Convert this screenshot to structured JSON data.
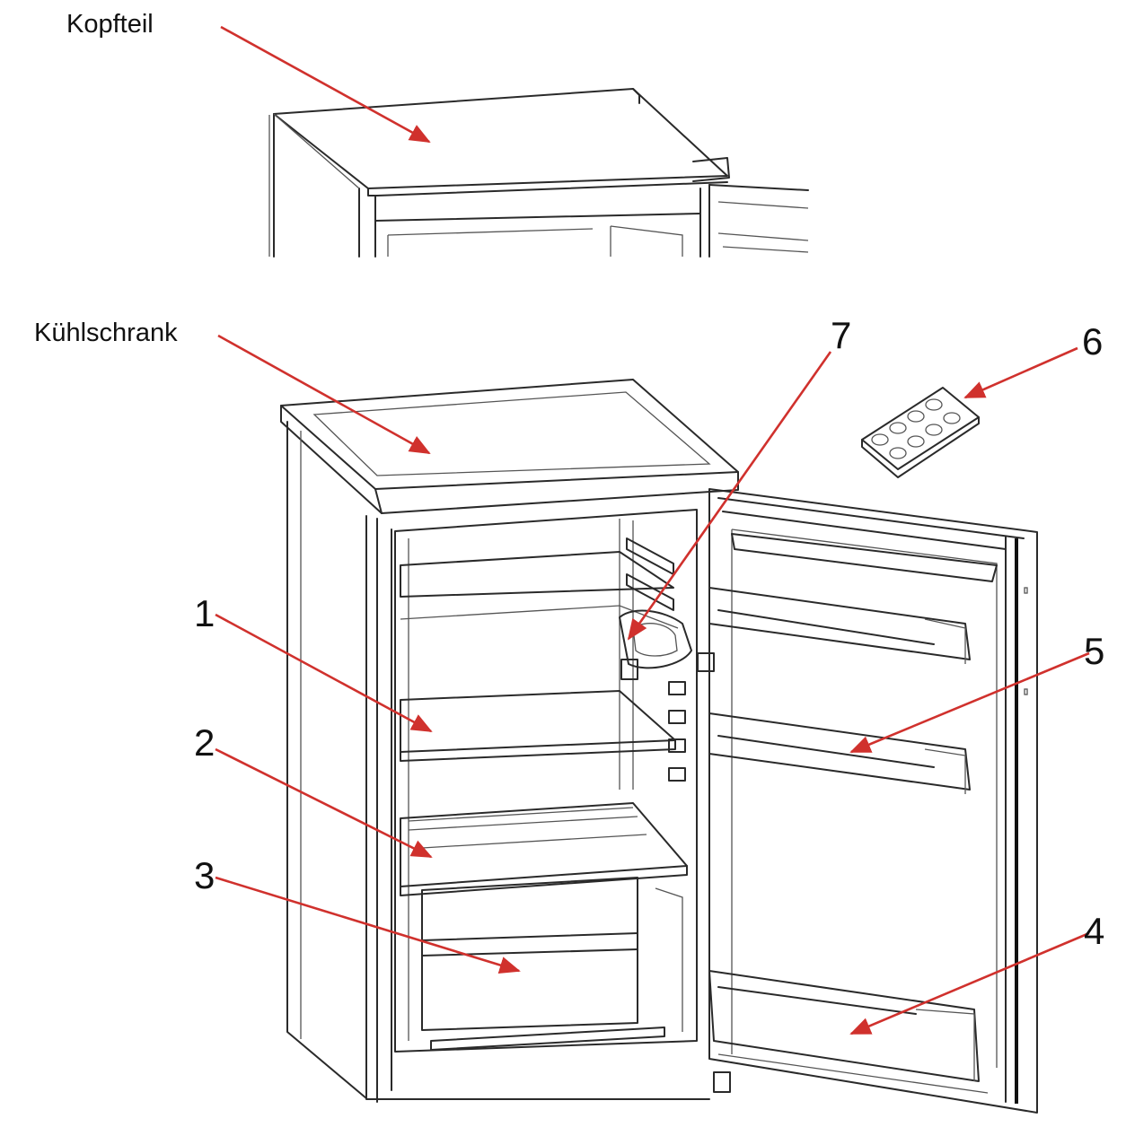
{
  "labels": {
    "kopfteil": "Kopfteil",
    "kuehlschrank": "Kühlschrank",
    "part_1": "1",
    "part_2": "2",
    "part_3": "3",
    "part_4": "4",
    "part_5": "5",
    "part_6": "6",
    "part_7": "7"
  },
  "colors": {
    "arrow": "#d0312d",
    "line": "#2a2a2a",
    "text": "#111111",
    "background": "#ffffff"
  }
}
